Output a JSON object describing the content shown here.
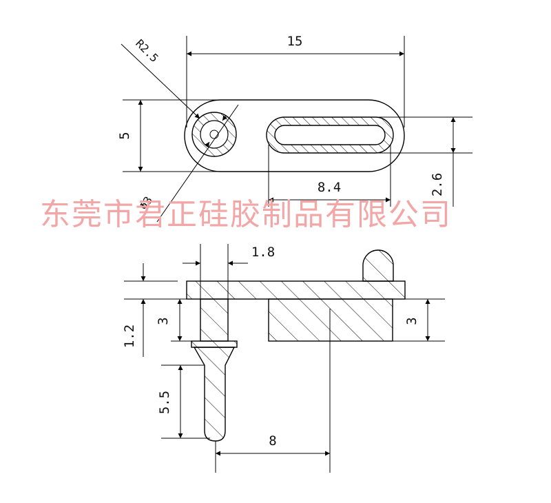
{
  "dimensions": {
    "top_width": "15",
    "top_height": "5",
    "radius": "R2.5",
    "diameter": "Φ3",
    "slot_length": "8.4",
    "slot_width": "2.6",
    "pin_width": "1.8",
    "flange_thickness": "1.2",
    "pin_upper": "3",
    "pin_lower": "5.5",
    "block_height": "3",
    "center_distance": "8"
  },
  "watermark": {
    "text": "东莞市君正硅胶制品有限公司",
    "color": "#f2a6a6"
  },
  "colors": {
    "line": "#000000",
    "background": "#ffffff"
  }
}
